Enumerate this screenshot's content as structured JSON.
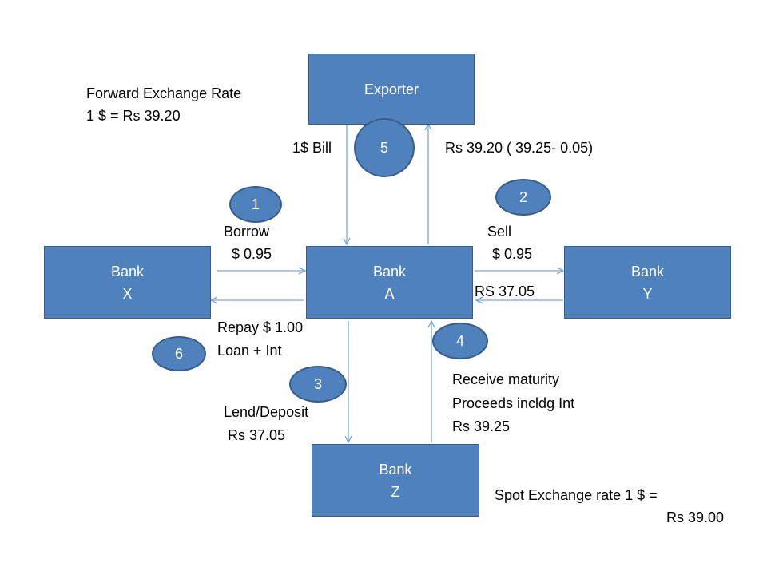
{
  "colors": {
    "box_fill": "#4f81bd",
    "box_border": "#385d8a",
    "arrow": "#7aa6d6"
  },
  "boxes": {
    "exporter": {
      "line1": "Exporter"
    },
    "bank_x": {
      "line1": "Bank",
      "line2": "X"
    },
    "bank_a": {
      "line1": "Bank",
      "line2": "A"
    },
    "bank_y": {
      "line1": "Bank",
      "line2": "Y"
    },
    "bank_z": {
      "line1": "Bank",
      "line2": "Z"
    }
  },
  "steps": {
    "s1": "1",
    "s2": "2",
    "s3": "3",
    "s4": "4",
    "s5": "5",
    "s6": "6"
  },
  "labels": {
    "forward_rate_title": "Forward Exchange Rate",
    "forward_rate_value": "1 $ = Rs 39.20",
    "bill": "1$ Bill",
    "exporter_payment": "Rs 39.20 ( 39.25- 0.05)",
    "borrow": "Borrow",
    "borrow_amount": "$ 0.95",
    "sell": "Sell",
    "sell_amount": "$ 0.95",
    "rs_received": "RS  37.05",
    "repay": "Repay $ 1.00",
    "loan_int": "Loan + Int",
    "receive_1": "Receive  maturity",
    "receive_2": "Proceeds  incldg Int",
    "receive_3": "Rs  39.25",
    "lend": "Lend/Deposit",
    "lend_amount": "Rs 37.05",
    "spot_1": "Spot Exchange rate 1 $ =",
    "spot_2": "Rs 39.00"
  }
}
